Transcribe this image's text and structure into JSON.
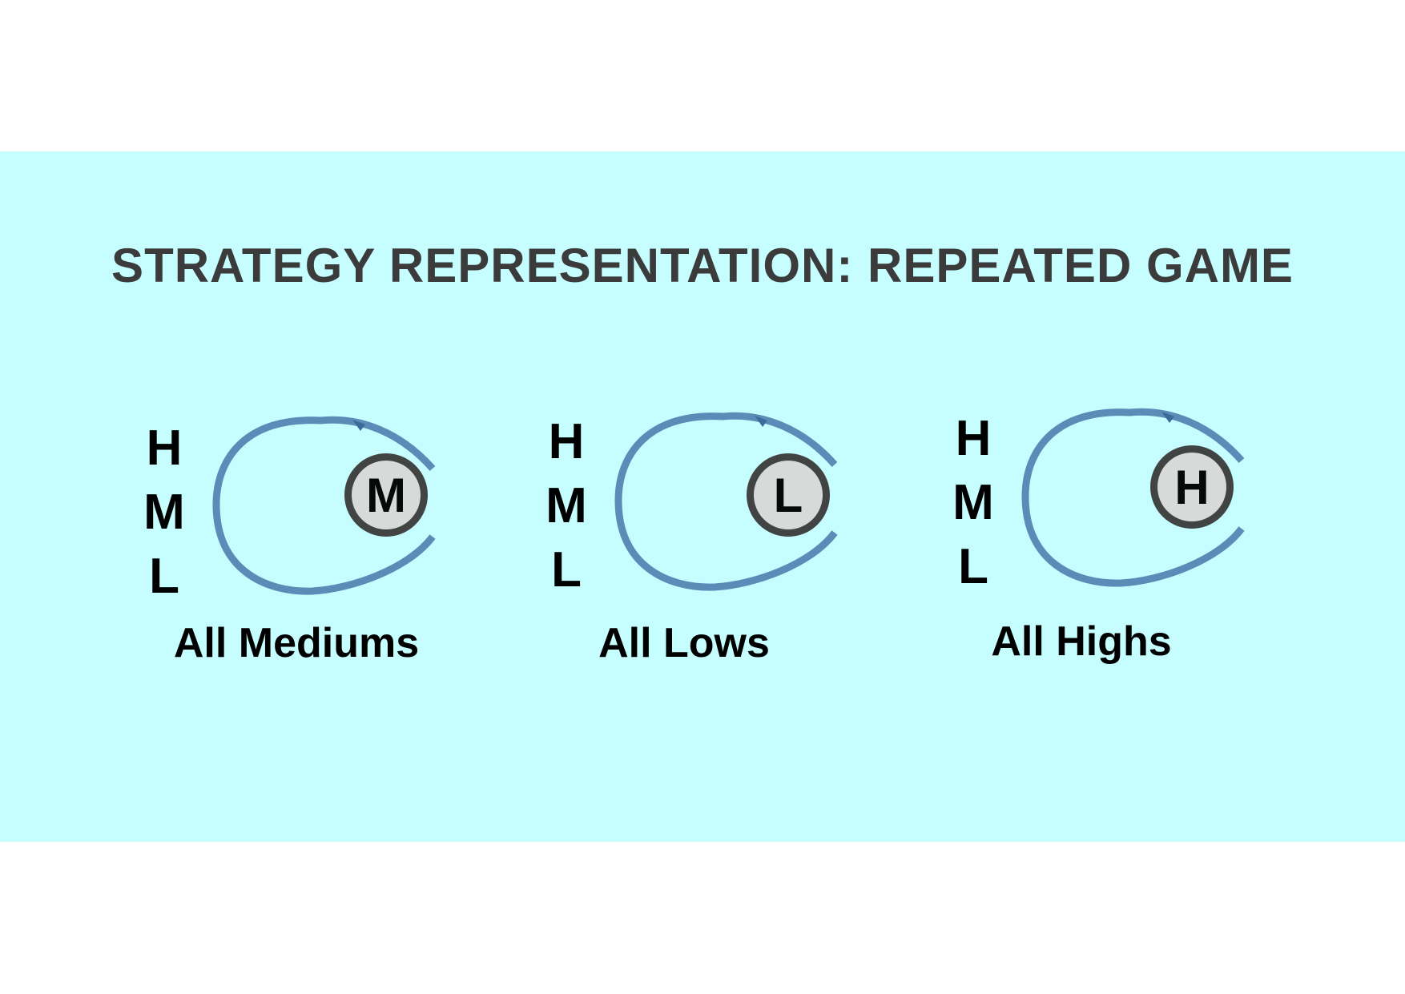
{
  "title": "STRATEGY REPRESENTATION: REPEATED GAME",
  "colors": {
    "background_band": "#c6feff",
    "loop_arrow": "#4f7fb0",
    "node_fill": "#d9d9d9",
    "node_border": "#3d3d3d",
    "title_text": "#3b3b3b"
  },
  "diagrams": [
    {
      "actions": [
        "H",
        "M",
        "L"
      ],
      "state": "M",
      "label": "All Mediums"
    },
    {
      "actions": [
        "H",
        "M",
        "L"
      ],
      "state": "L",
      "label": "All Lows"
    },
    {
      "actions": [
        "H",
        "M",
        "L"
      ],
      "state": "H",
      "label": "All Highs"
    }
  ]
}
